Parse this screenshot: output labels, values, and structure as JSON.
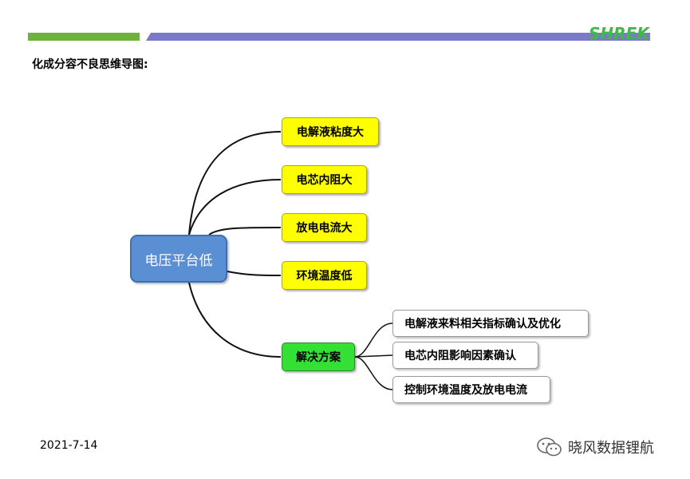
{
  "header": {
    "logo_text": "SHREK",
    "brand_green": "#6cb33e",
    "brand_purple": "#7b79c8"
  },
  "page_title": "化成分容不良思维导图:",
  "mindmap": {
    "root": "电压平台低",
    "causes": [
      {
        "label": "电解液粘度大"
      },
      {
        "label": "电芯内阻大"
      },
      {
        "label": "放电电流大"
      },
      {
        "label": "环境温度低"
      }
    ],
    "solution": {
      "label": "解决方案",
      "measures": [
        {
          "label": "电解液来料相关指标确认及优化"
        },
        {
          "label": "电芯内阻影响因素确认"
        },
        {
          "label": "控制环境温度及放电电流"
        }
      ]
    }
  },
  "footer": {
    "date": "2021-7-14",
    "watermark": "晓风数据锂航"
  }
}
